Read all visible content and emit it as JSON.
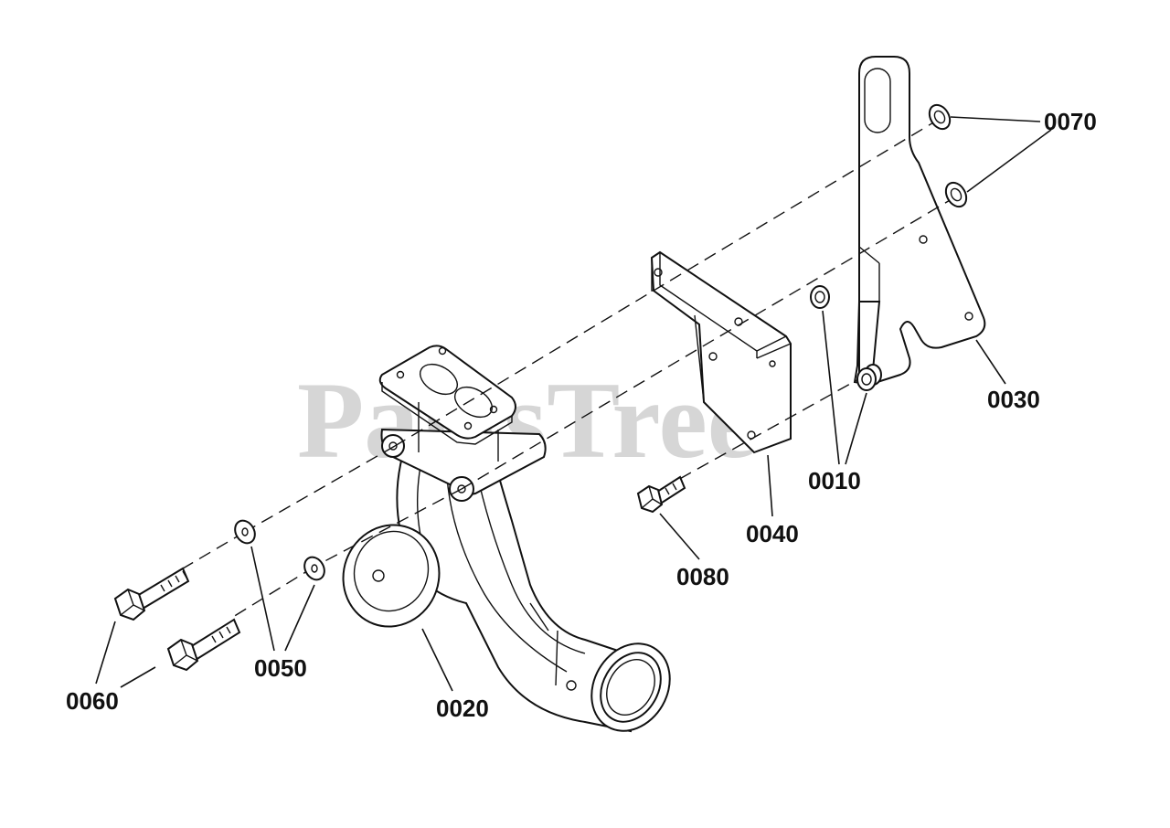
{
  "diagram": {
    "watermark": "PartsTree",
    "labels": {
      "p0010": "0010",
      "p0020": "0020",
      "p0030": "0030",
      "p0040": "0040",
      "p0050": "0050",
      "p0060": "0060",
      "p0070": "0070",
      "p0080": "0080"
    }
  }
}
